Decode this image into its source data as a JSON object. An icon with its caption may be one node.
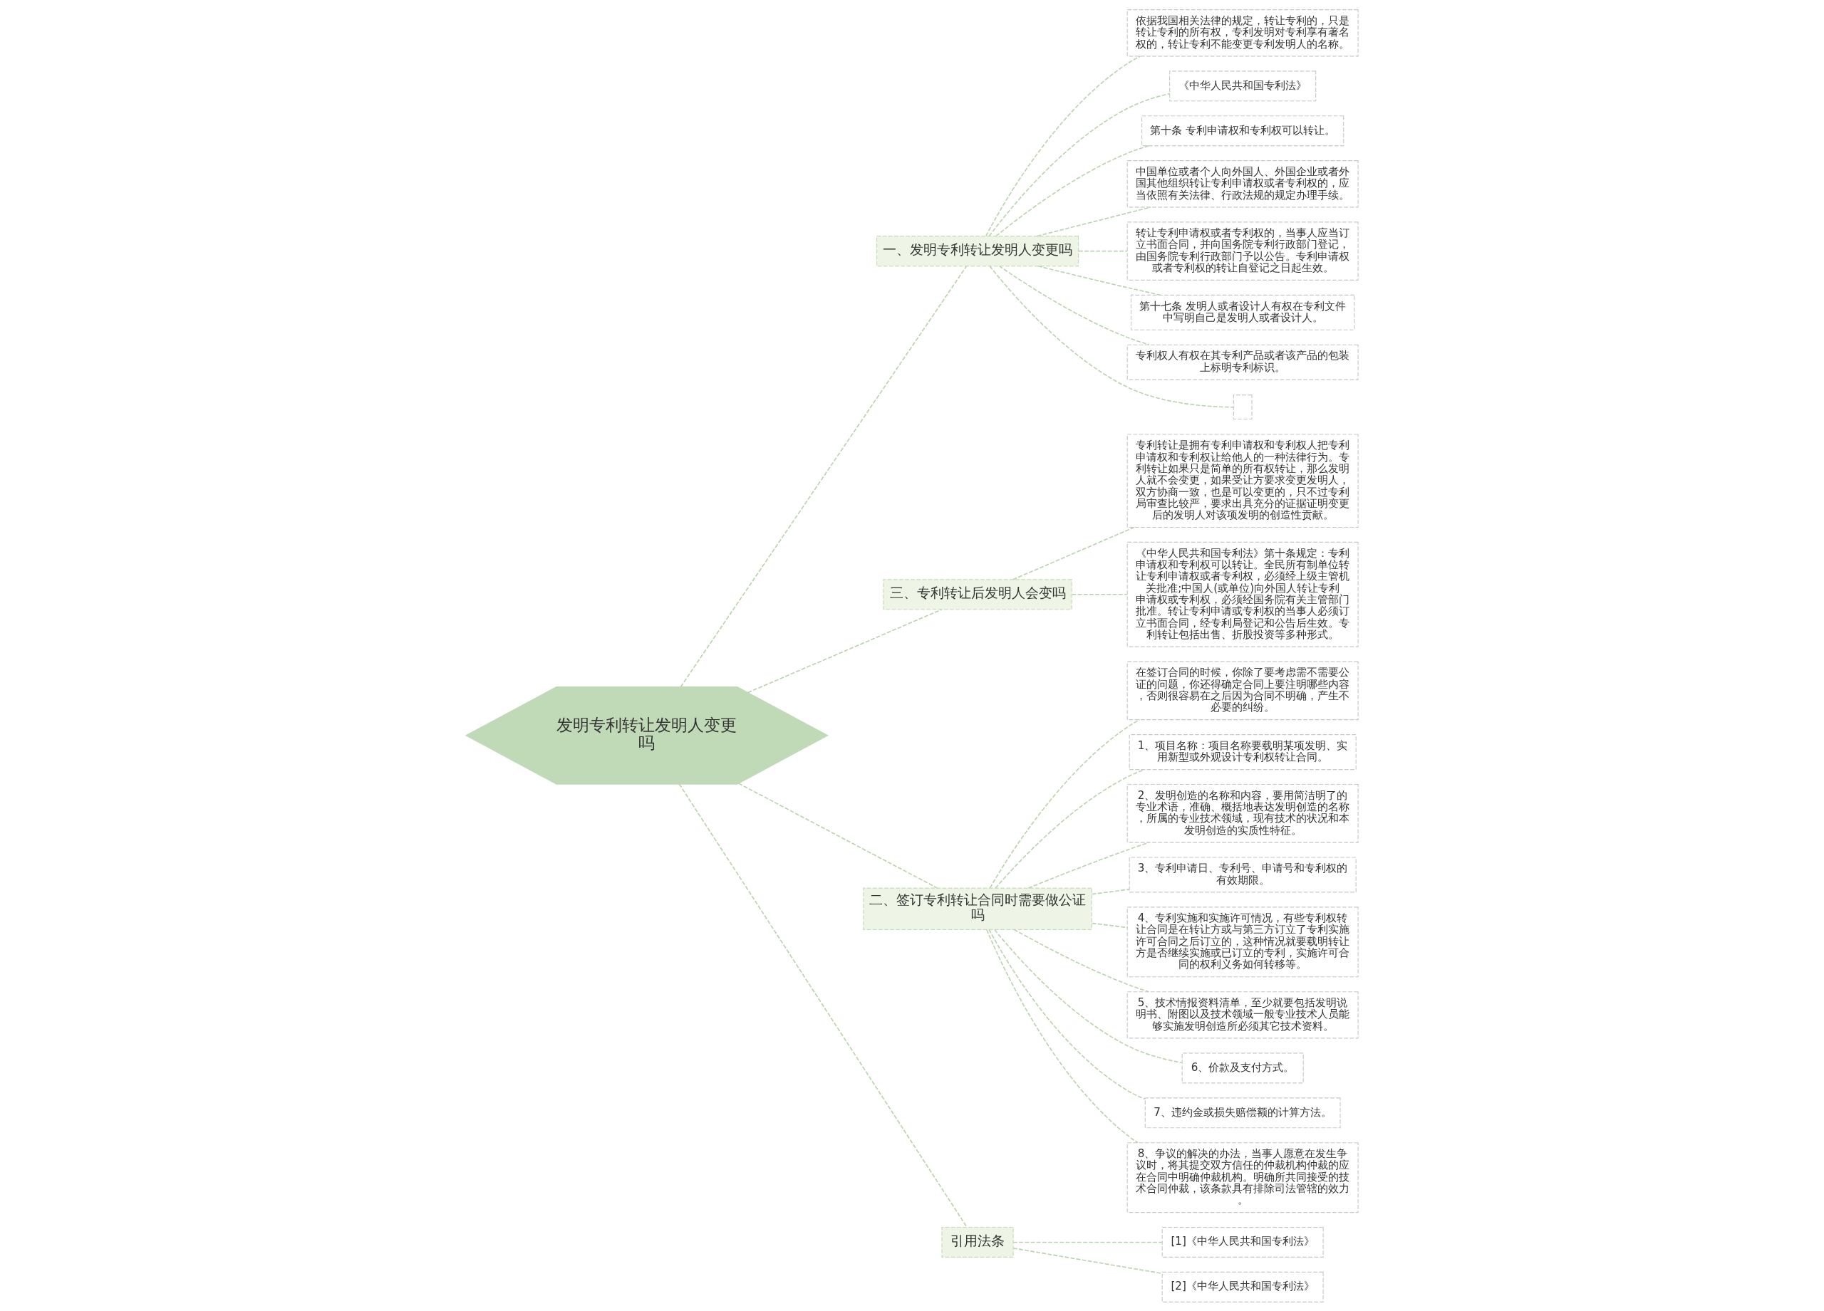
{
  "diagram": {
    "nodes": [
      {
        "text": [
          "发明专利转让发明人变更吗"
        ]
      },
      {
        "text": [
          "一、发明专利转让发明人变更吗"
        ]
      },
      {
        "text": [
          "依据我国相关法律的规定，转让专利的，只是转让专利的所有权，专利发明对专利享有著名权的，转让专利不能变更专利发明人的名称。"
        ]
      },
      {
        "text": [
          "《中华人民共和国专利法》"
        ]
      },
      {
        "text": [
          "第十条 专利申请权和专利权可以转让。"
        ]
      },
      {
        "text": [
          "中国单位或者个人向外国人、外国企业或者外国其他组织转让专利申请权或者专利权的，应当依照有关法律、行政法规的规定办理手续。"
        ]
      },
      {
        "text": [
          "转让专利申请权或者专利权的，当事人应当订立书面合同，并向国务院专利行政部门登记，由国务院专利行政部门予以公告。专利申请权或者专利权的转让自登记之日起生效。"
        ]
      },
      {
        "text": [
          "第十七条 发明人或者设计人有权在专利文件中写明自己是发明人或者设计人。"
        ]
      },
      {
        "text": [
          "专利权人有权在其专利产品或者该产品的包装上标明专利标识。"
        ]
      },
      {
        "text": [],
        "shape": "box"
      },
      {
        "text": [
          "三、专利转让后发明人会变吗"
        ]
      },
      {
        "text": [
          "专利转让是拥有专利申请权和专利权人把专利申请权和专利权让给他人的一种法律行为。专利转让如果只是简单的所有权转让，那么发明人就不会变更，如果受让方要求变更发明人，双方协商一致，也是可以变更的，只不过专利局审查比较严，要求出具充分的证据证明变更后的发明人对该项发明的创造性贡献。"
        ]
      },
      {
        "text": [
          "《中华人民共和国专利法》第十条规定：专利申请权和专利权可以转让。全民所有制单位转让专利申请权或者专利权，必须经上级主管机关批准;中国人(或单位)向外国人转让专利申请权或专利权，必须经国务院有关主管部门批准。转让专利申请或专利权的当事人必须订立书面合同，经专利局登记和公告后生效。专利转让包括出售、折股投资等多种形式。"
        ]
      },
      {
        "text": [
          "二、签订专利转让合同时需要做公证吗"
        ]
      },
      {
        "text": [
          "在签订合同的时候，你除了要考虑需不需要公证的问题，你还得确定合同上要注明哪些内容，否则很容易在之后因为合同不明确，产生不必要的纠纷。"
        ]
      },
      {
        "text": [
          "1、项目名称：项目名称要载明某项发明、实用新型或外观设计专利权转让合同。"
        ]
      },
      {
        "text": [
          "2、发明创造的名称和内容，要用简洁明了的专业术语，准确、概括地表达发明创造的名称，所属的专业技术领域，现有技术的状况和本发明创造的实质性特征。"
        ]
      },
      {
        "text": [
          "3、专利申请日、专利号、申请号和专利权的有效期限。"
        ]
      },
      {
        "text": [
          "4、专利实施和实施许可情况，有些专利权转让合同是在转让方或与第三方订立了专利实施许可合同之后订立的，这种情况就要载明转让方是否继续实施或已订立的专利，实施许可合同的权利义务如何转移等。"
        ]
      },
      {
        "text": [
          "5、技术情报资料清单，至少就要包括发明说明书、附图以及技术领域一般专业技术人员能够实施发明创造所必须其它技术资料。"
        ]
      },
      {
        "text": [
          "6、价款及支付方式。"
        ]
      },
      {
        "text": [
          "7、违约金或损失赔偿额的计算方法。"
        ]
      },
      {
        "text": [
          "8、争议的解决的办法，当事人愿意在发生争议时，将其提交双方信任的仲裁机构仲裁的应在合同中明确仲裁机构。明确所共同接受的技术合同仲裁，该条款具有排除司法管辖的效力。"
        ]
      },
      {
        "text": [
          "引用法条"
        ]
      },
      {
        "text": [
          "[1]《中华人民共和国专利法》"
        ]
      },
      {
        "text": [
          "[2]《中华人民共和国专利法》"
        ]
      }
    ],
    "edges": [
      {
        "from": 0,
        "to": 1,
        "arrow": "none"
      },
      {
        "from": 1,
        "to": 2,
        "arrow": "none"
      },
      {
        "from": 1,
        "to": 3,
        "arrow": "none"
      },
      {
        "from": 1,
        "to": 4,
        "arrow": "none"
      },
      {
        "from": 1,
        "to": 5,
        "arrow": "none"
      },
      {
        "from": 1,
        "to": 6,
        "arrow": "none"
      },
      {
        "from": 1,
        "to": 7,
        "arrow": "none"
      },
      {
        "from": 1,
        "to": 8,
        "arrow": "none"
      },
      {
        "from": 1,
        "to": 9,
        "arrow": "none"
      },
      {
        "from": 0,
        "to": 10,
        "arrow": "none"
      },
      {
        "from": 10,
        "to": 11,
        "arrow": "none"
      },
      {
        "from": 10,
        "to": 12,
        "arrow": "none"
      },
      {
        "from": 0,
        "to": 13,
        "arrow": "none"
      },
      {
        "from": 13,
        "to": 14,
        "arrow": "none"
      },
      {
        "from": 13,
        "to": 15,
        "arrow": "none"
      },
      {
        "from": 13,
        "to": 16,
        "arrow": "none"
      },
      {
        "from": 13,
        "to": 17,
        "arrow": "none"
      },
      {
        "from": 13,
        "to": 18,
        "arrow": "none"
      },
      {
        "from": 13,
        "to": 19,
        "arrow": "none"
      },
      {
        "from": 13,
        "to": 20,
        "arrow": "none"
      },
      {
        "from": 13,
        "to": 21,
        "arrow": "none"
      },
      {
        "from": 13,
        "to": 22,
        "arrow": "none"
      },
      {
        "from": 0,
        "to": 23,
        "arrow": "none"
      },
      {
        "from": 23,
        "to": 24,
        "arrow": "none"
      },
      {
        "from": 23,
        "to": 25,
        "arrow": "none"
      }
    ]
  }
}
